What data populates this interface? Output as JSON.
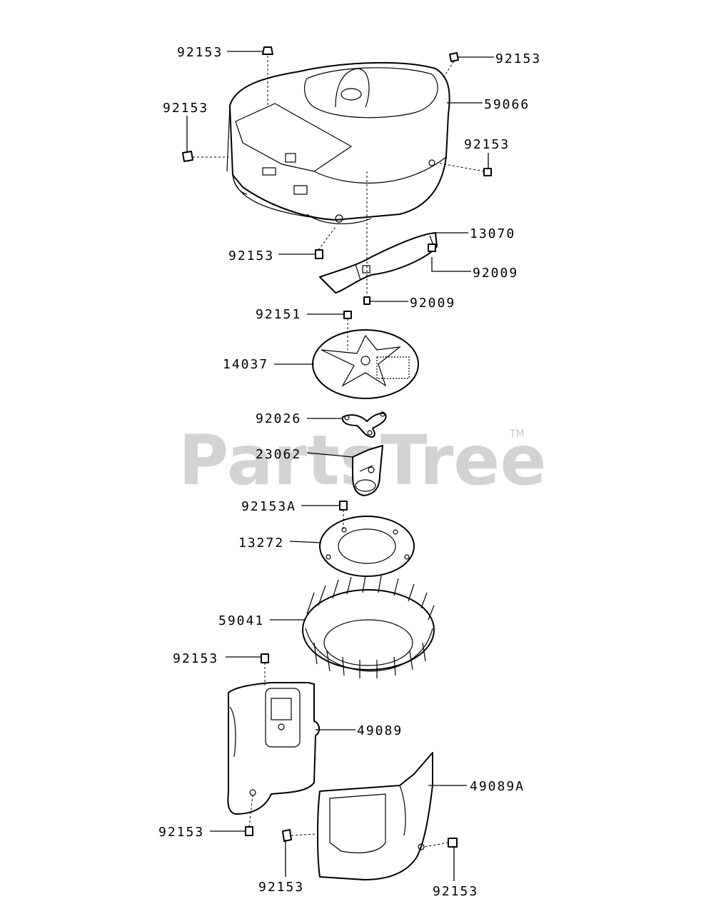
{
  "watermark": {
    "text": "PartsTree",
    "trademark": "TM"
  },
  "labels": [
    {
      "id": "l1",
      "text": "92153"
    },
    {
      "id": "l2",
      "text": "92153"
    },
    {
      "id": "l3",
      "text": "59066"
    },
    {
      "id": "l4",
      "text": "92153"
    },
    {
      "id": "l5",
      "text": "92153"
    },
    {
      "id": "l6",
      "text": "13070"
    },
    {
      "id": "l7",
      "text": "92153"
    },
    {
      "id": "l8",
      "text": "92009"
    },
    {
      "id": "l9",
      "text": "92009"
    },
    {
      "id": "l10",
      "text": "92151"
    },
    {
      "id": "l11",
      "text": "14037"
    },
    {
      "id": "l12",
      "text": "92026"
    },
    {
      "id": "l13",
      "text": "23062"
    },
    {
      "id": "l14",
      "text": "92153A"
    },
    {
      "id": "l15",
      "text": "13272"
    },
    {
      "id": "l16",
      "text": "59041"
    },
    {
      "id": "l17",
      "text": "92153"
    },
    {
      "id": "l18",
      "text": "49089"
    },
    {
      "id": "l19",
      "text": "49089A"
    },
    {
      "id": "l20",
      "text": "92153"
    },
    {
      "id": "l21",
      "text": "92153"
    },
    {
      "id": "l22",
      "text": "92153"
    }
  ]
}
